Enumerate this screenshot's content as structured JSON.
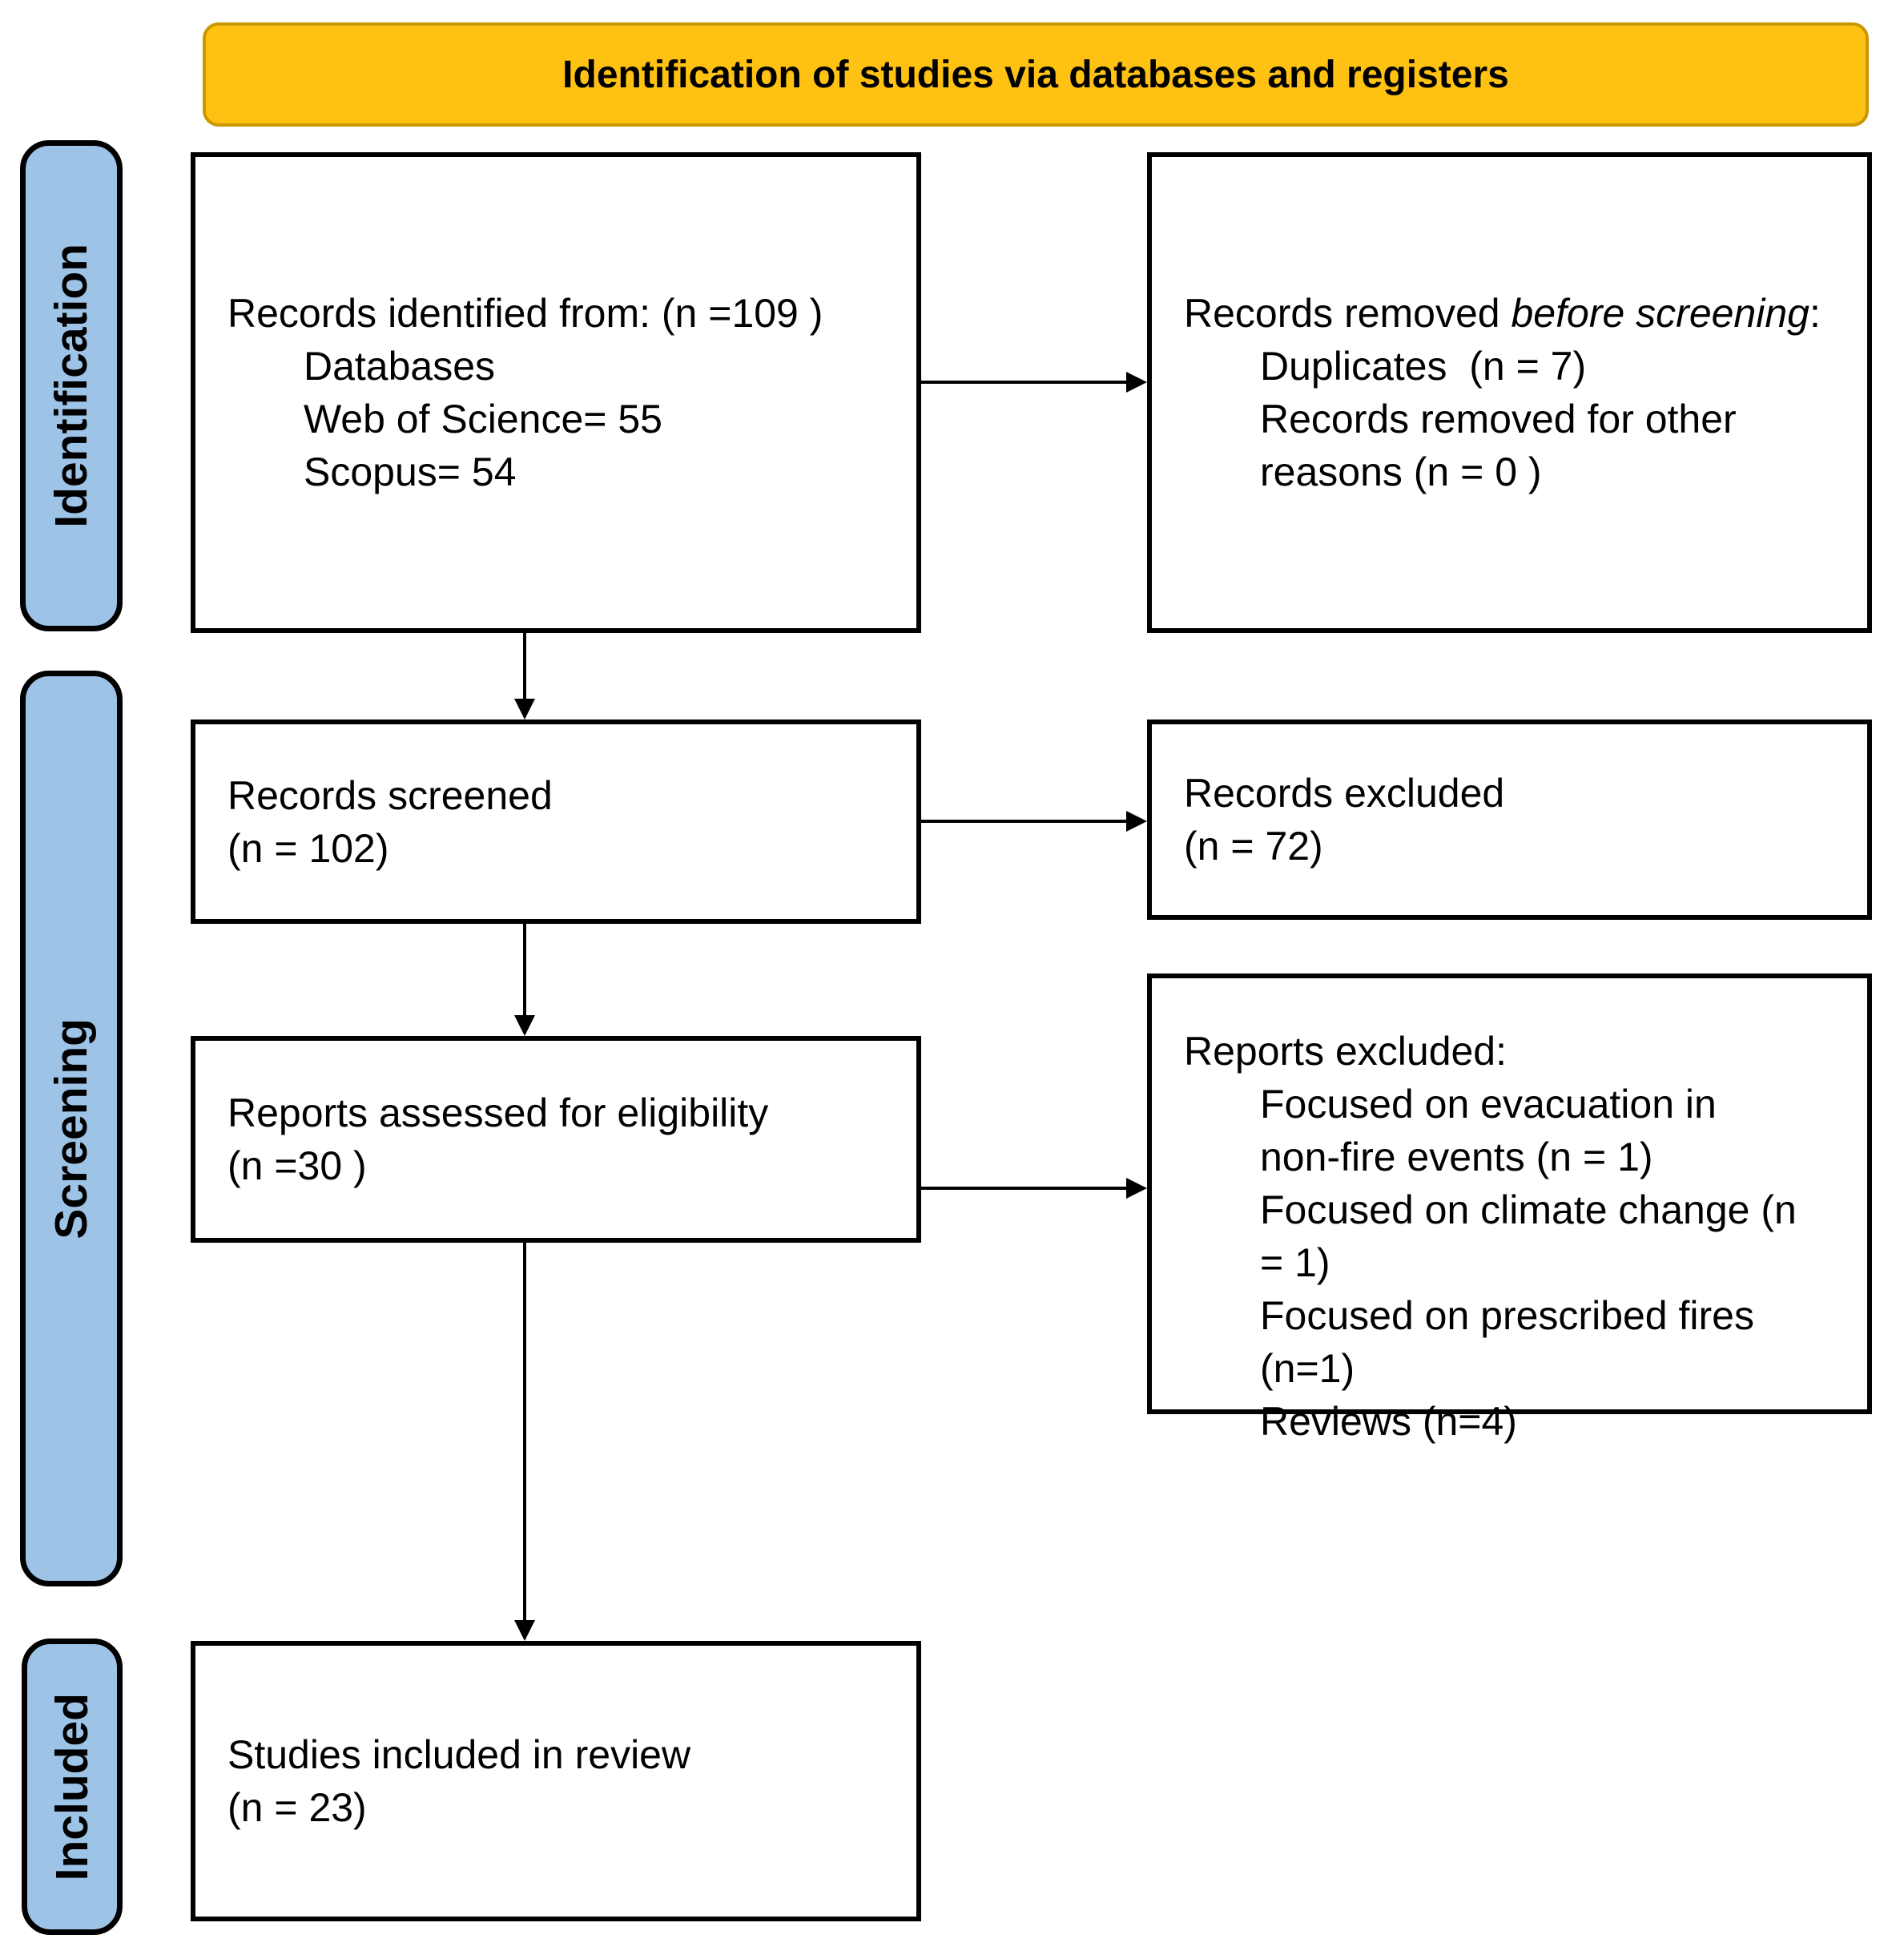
{
  "header": {
    "title": "Identification of studies via databases and registers"
  },
  "sidebar": {
    "labels": [
      {
        "label": "Identification"
      },
      {
        "label": "Screening"
      },
      {
        "label": "Included"
      }
    ]
  },
  "boxes": {
    "identified": {
      "line1": "Records identified from: (n =109 )",
      "items": [
        "Databases",
        "Web of Science= 55",
        "Scopus= 54"
      ]
    },
    "removed": {
      "prefix": "Records removed ",
      "italic": "before screening",
      "suffix": ":",
      "items": [
        "Duplicates  (n = 7)",
        "Records removed for other reasons (n = 0 )"
      ]
    },
    "screened": {
      "line1": "Records screened",
      "line2": "(n = 102)"
    },
    "excluded": {
      "line1": "Records excluded",
      "line2": "(n = 72)"
    },
    "assessed": {
      "line1": "Reports assessed for eligibility",
      "line2": "(n =30 )"
    },
    "reports_excluded": {
      "title": "Reports excluded:",
      "items": [
        "Focused on evacuation in non-fire events (n = 1)",
        "Focused on climate change (n = 1)",
        "Focused on prescribed fires (n=1)",
        "Reviews (n=4)"
      ]
    },
    "included": {
      "line1": "Studies included in review",
      "line2": "(n = 23)"
    }
  },
  "colors": {
    "banner_fill": "#FFC112",
    "banner_border": "#C99700",
    "stage_fill": "#9DC3E6",
    "box_border": "#000000",
    "background": "#FFFFFF"
  }
}
